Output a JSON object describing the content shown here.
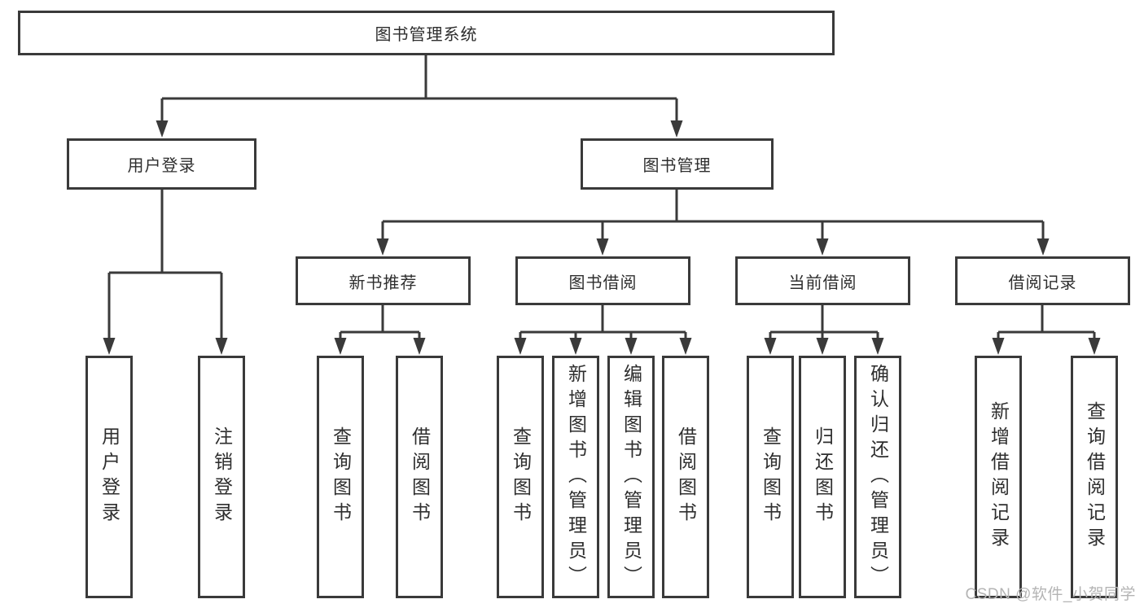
{
  "diagram": {
    "root": {
      "label": "图书管理系统"
    },
    "branches": [
      {
        "label": "用户登录",
        "children": [
          {
            "label": "用户登录"
          },
          {
            "label": "注销登录"
          }
        ]
      },
      {
        "label": "图书管理",
        "children": [
          {
            "label": "新书推荐",
            "children": [
              {
                "label": "查询图书"
              },
              {
                "label": "借阅图书"
              }
            ]
          },
          {
            "label": "图书借阅",
            "children": [
              {
                "label": "查询图书"
              },
              {
                "label": "新增图书（管理员）"
              },
              {
                "label": "编辑图书（管理员）"
              },
              {
                "label": "借阅图书"
              }
            ]
          },
          {
            "label": "当前借阅",
            "children": [
              {
                "label": "查询图书"
              },
              {
                "label": "归还图书"
              },
              {
                "label": "确认归还（管理员）"
              }
            ]
          },
          {
            "label": "借阅记录",
            "children": [
              {
                "label": "新增借阅记录"
              },
              {
                "label": "查询借阅记录"
              }
            ]
          }
        ]
      }
    ]
  },
  "watermark": {
    "text": "CSDN @软件_小贺同学"
  },
  "colors": {
    "line": "#3a3a3a",
    "border": "#3a3a3a",
    "text": "#2e2e2e",
    "watermark": "#b4b4b4",
    "background": "#ffffff"
  }
}
